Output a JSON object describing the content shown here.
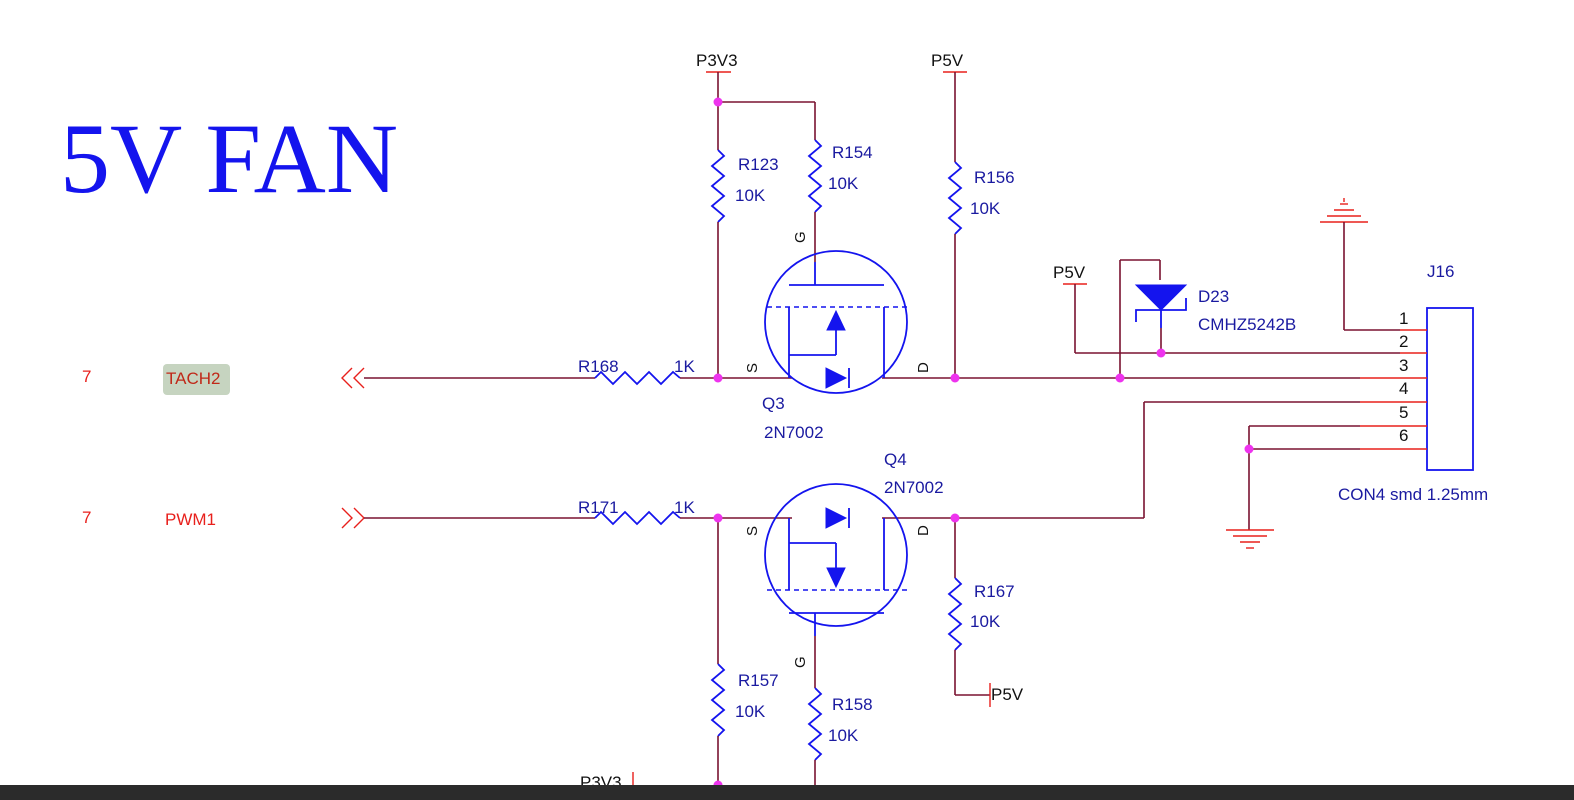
{
  "title": "5V FAN",
  "sheet_ref_tach": "7",
  "sheet_ref_pwm": "7",
  "net_tach": "TACH2",
  "net_pwm": "PWM1",
  "power": {
    "p3v3": "P3V3",
    "p5v": "P5V"
  },
  "resistors": {
    "r123": {
      "ref": "R123",
      "value": "10K"
    },
    "r154": {
      "ref": "R154",
      "value": "10K"
    },
    "r156": {
      "ref": "R156",
      "value": "10K"
    },
    "r168": {
      "ref": "R168",
      "value": "1K"
    },
    "r171": {
      "ref": "R171",
      "value": "1K"
    },
    "r167": {
      "ref": "R167",
      "value": "10K"
    },
    "r157": {
      "ref": "R157",
      "value": "10K"
    },
    "r158": {
      "ref": "R158",
      "value": "10K"
    }
  },
  "mosfets": {
    "q3": {
      "ref": "Q3",
      "part": "2N7002"
    },
    "q4": {
      "ref": "Q4",
      "part": "2N7002"
    }
  },
  "pin_letters": {
    "g": "G",
    "s": "S",
    "d": "D"
  },
  "diode": {
    "ref": "D23",
    "part": "CMHZ5242B"
  },
  "connector": {
    "ref": "J16",
    "part": "CON4 smd 1.25mm",
    "pins": [
      "1",
      "2",
      "3",
      "4",
      "5",
      "6"
    ]
  },
  "colors": {
    "wire": "#7a1230",
    "symbol": "#1414ee",
    "pin": "#e8201c",
    "junction": "#ee33ee",
    "net_highlight": "#c6d4c0"
  }
}
